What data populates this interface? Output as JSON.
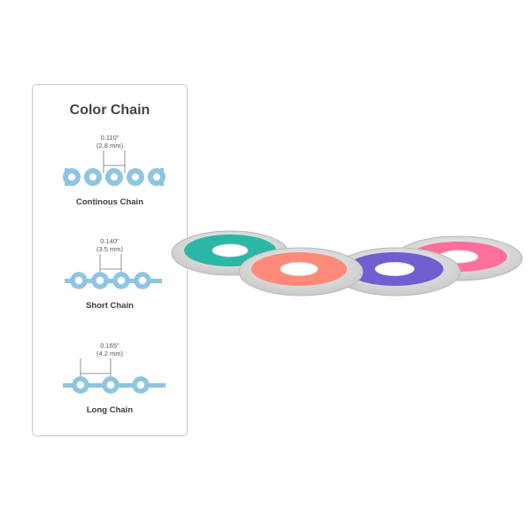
{
  "panel": {
    "title": "Color Chain",
    "chains": [
      {
        "label": "Continous Chain",
        "dim_in": "0.110\"",
        "dim_mm": "(2.8 mm)"
      },
      {
        "label": "Short Chain",
        "dim_in": "0.140\"",
        "dim_mm": "(3.5 mm)"
      },
      {
        "label": "Long Chain",
        "dim_in": "0.165\"",
        "dim_mm": "(4.2 mm)"
      }
    ]
  },
  "colors": {
    "chain_blue": "#8ec5e2",
    "ring_teal": "#2bb7a6",
    "ring_coral": "#ff8a7a",
    "ring_purple": "#6f5fd0",
    "ring_pink": "#ff6f9c"
  }
}
